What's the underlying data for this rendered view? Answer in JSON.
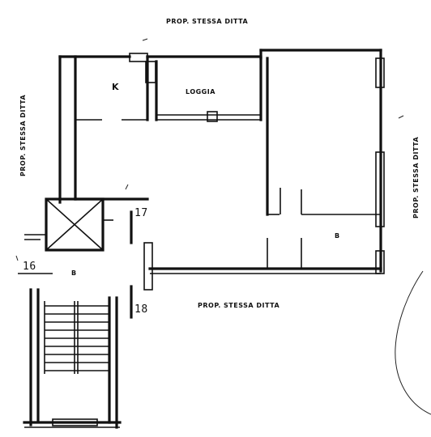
{
  "labels": {
    "top": "PROP. STESSA DITTA",
    "left": "PROP. STESSA DITTA",
    "right": "PROP. STESSA DITTA",
    "bottom": "PROP. STESSA DITTA",
    "kitchen": "K",
    "storage": "LOGGIA",
    "room_b_right": "B",
    "room_b_left": "B",
    "num_16": "16",
    "num_17": "17",
    "num_18": "18"
  }
}
